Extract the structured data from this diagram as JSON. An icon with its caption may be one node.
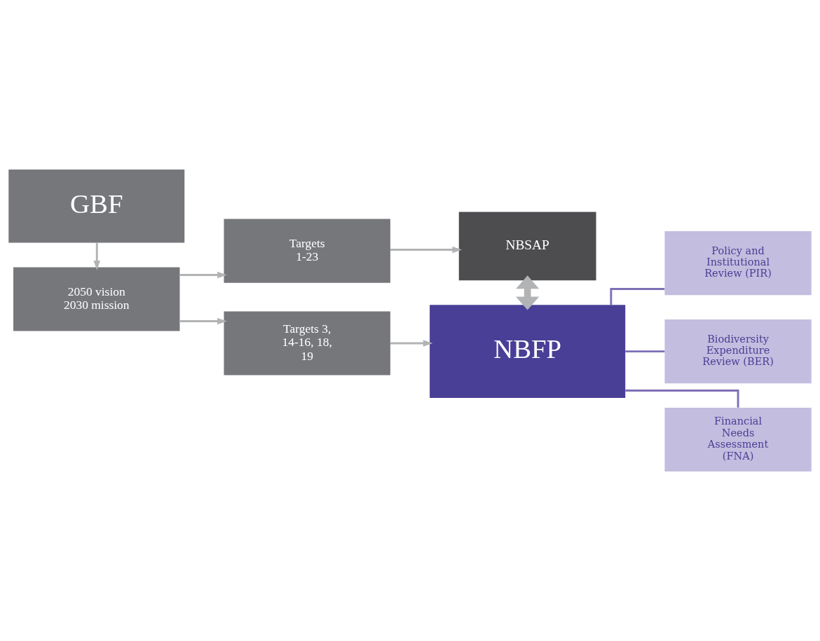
{
  "diagram": {
    "nodes": [
      {
        "text": [
          "GBF"
        ]
      },
      {
        "text": [
          "2050 vision 2030 mission"
        ]
      },
      {
        "text": [
          "Targets 1-23"
        ]
      },
      {
        "text": [
          "NBSAP"
        ]
      },
      {
        "text": [
          "Targets 3, 14-16, 18, 19"
        ]
      },
      {
        "text": [
          "NBFP"
        ]
      },
      {
        "text": [
          "Policy and Institutional Review (PIR)"
        ]
      },
      {
        "text": [
          "Biodiversity Expenditure Review (BER)"
        ]
      },
      {
        "text": [
          "Financial Needs Assessment (FNA)"
        ]
      }
    ],
    "edges": [
      {
        "from": 0,
        "to": 1,
        "arrow": "to"
      },
      {
        "from": 1,
        "to": 2,
        "arrow": "to"
      },
      {
        "from": 1,
        "to": 4,
        "arrow": "to"
      },
      {
        "from": 2,
        "to": 3,
        "arrow": "to"
      },
      {
        "from": 4,
        "to": 5,
        "arrow": "to"
      },
      {
        "from": 3,
        "to": 5,
        "arrow": "both",
        "style": "thick"
      },
      {
        "from": 5,
        "to": 6,
        "arrow": "none",
        "color": "#7e6fb5"
      },
      {
        "from": 5,
        "to": 7,
        "arrow": "none",
        "color": "#7e6fb5"
      },
      {
        "from": 5,
        "to": 8,
        "arrow": "none",
        "color": "#7e6fb5"
      }
    ]
  }
}
